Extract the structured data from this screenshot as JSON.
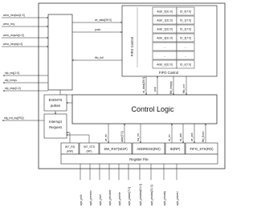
{
  "left_signals": {
    "top": [
      "wmo_ireq/wo[1:0]",
      "wmo_req",
      "wmo_reqs/w[1:0]",
      "wmo_ireqm[1:0]"
    ],
    "middle": [
      "sfp_req[1:0]",
      "sfp_irreqs",
      "sfp_reqs[1:0]"
    ],
    "bottom": "sfg_lvd_irq(IRQ)"
  },
  "fifo": {
    "rows": [
      {
        "addr": "Addr_0[31:0]",
        "id": "ID_0[7:0]"
      },
      {
        "addr": "Addr_1[31:0]",
        "id": "ID_1[7:0]"
      },
      {
        "addr": "Addr_2[31:0]",
        "id": "ID_2[7:0]"
      },
      {
        "addr": "Addr_3[31:0]",
        "id": "ID_3[7:0]"
      },
      {
        "addr": "...",
        "id": "..."
      },
      {
        "addr": "...",
        "id": "..."
      },
      {
        "addr": "Addr_n[31:0]",
        "id": "ID_n[7:0]"
      }
    ],
    "side_label": "FIFO Control",
    "bottom_label": "FIFO Control",
    "in_signals": [
      "wr_data[39:0]",
      "push",
      "fifo_full"
    ],
    "bottom_signals": [
      "rd_data[39:0]",
      "pop",
      "fifo_empty",
      "fifo_cnt"
    ]
  },
  "control_logic": {
    "label": "Control Logic"
  },
  "events": {
    "line1": "EVENTS",
    "line2": "pulses"
  },
  "interrupt": {
    "line1": "Interrupt",
    "line2": "Request"
  },
  "cl_bottom_signals": [
    "wr_en",
    "addr[7:0]",
    "sw_rst",
    "rd_en",
    "rd_ack",
    "wr_ack",
    "fifo_flush"
  ],
  "registers": [
    {
      "line1": "INT_EN",
      "line2": "(RW)"
    },
    {
      "line1": "INT_STS",
      "line2": "(RP)"
    },
    {
      "line1": "SW_RST(W1P)",
      "line2": ""
    },
    {
      "line1": "ADDRESS(RO)",
      "line2": ""
    },
    {
      "line1": "ID(RP)",
      "line2": ""
    },
    {
      "line1": "FIFO_STS(RO)",
      "line2": ""
    }
  ],
  "register_file": {
    "label": "Register File"
  },
  "bus_signals": [
    "apb_pclk",
    "apb_presetn",
    "apb_psel",
    "apb_penable",
    "apb_pwrite",
    "apb_paddr[7:0]",
    "apb_pwdata[31:0]",
    "apb_prdata[31:0]",
    "apb_pready",
    "apb_pslverr"
  ]
}
